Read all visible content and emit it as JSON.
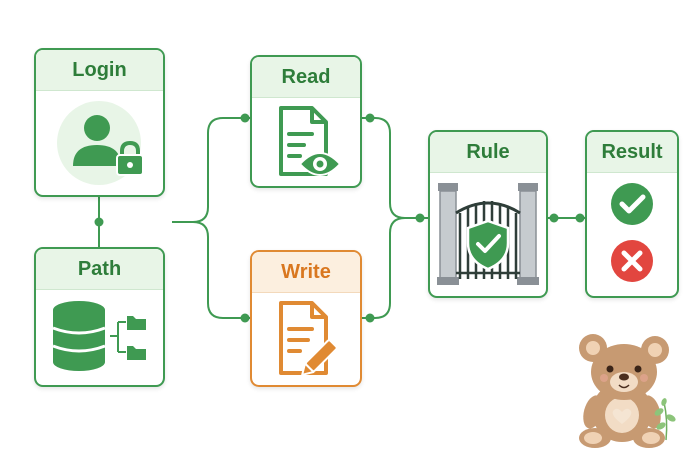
{
  "nodes": {
    "login": {
      "label": "Login"
    },
    "path": {
      "label": "Path"
    },
    "read": {
      "label": "Read"
    },
    "write": {
      "label": "Write"
    },
    "rule": {
      "label": "Rule"
    },
    "result": {
      "label": "Result"
    }
  },
  "icons": {
    "login": "user-lock-icon",
    "path": "database-folders-icon",
    "read": "document-eye-icon",
    "write": "document-pencil-icon",
    "rule": "gate-shield-icon",
    "result_ok": "check-circle-icon",
    "result_fail": "x-circle-icon",
    "mascot": "teddy-bear-illustration",
    "plant": "sprout-icon"
  },
  "colors": {
    "green": "#3f9a52",
    "green_dark": "#2e7d3a",
    "green_light": "#e8f5e7",
    "orange": "#e08a33",
    "red": "#e2463f"
  }
}
